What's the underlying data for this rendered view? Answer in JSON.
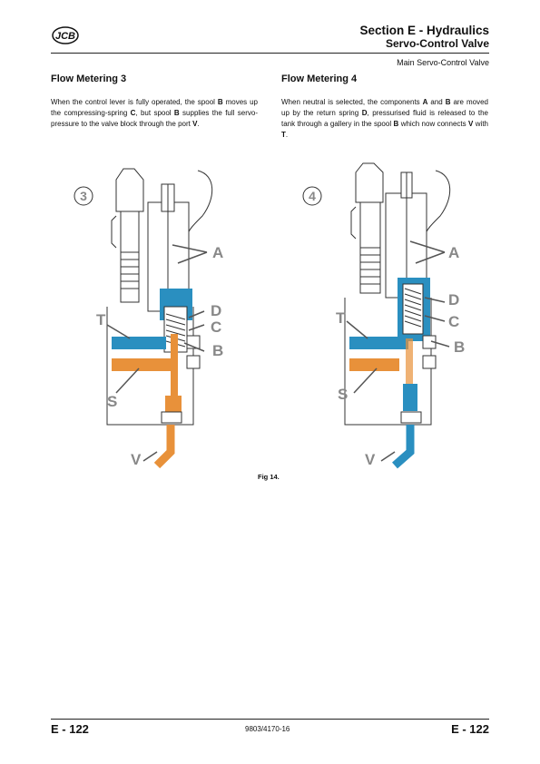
{
  "header": {
    "section_title": "Section E - Hydraulics",
    "subsection_title": "Servo-Control Valve",
    "topic": "Main Servo-Control Valve",
    "logo_text": "JCB"
  },
  "left": {
    "heading": "Flow Metering 3",
    "body": [
      {
        "t": "When the control lever is fully operated, the spool ",
        "b": false
      },
      {
        "t": "B",
        "b": true
      },
      {
        "t": " moves up the compressing-spring ",
        "b": false
      },
      {
        "t": "C",
        "b": true
      },
      {
        "t": ", but spool ",
        "b": false
      },
      {
        "t": "B",
        "b": true
      },
      {
        "t": " supplies the full servo-pressure to the valve block through the port ",
        "b": false
      },
      {
        "t": "V",
        "b": true
      },
      {
        "t": ".",
        "b": false
      }
    ]
  },
  "right": {
    "heading": "Flow Metering 4",
    "body": [
      {
        "t": "When neutral is selected, the components ",
        "b": false
      },
      {
        "t": "A",
        "b": true
      },
      {
        "t": " and ",
        "b": false
      },
      {
        "t": "B",
        "b": true
      },
      {
        "t": " are moved up by the return spring ",
        "b": false
      },
      {
        "t": "D",
        "b": true
      },
      {
        "t": ", pressurised fluid is released to the tank through a gallery in the spool ",
        "b": false
      },
      {
        "t": "B",
        "b": true
      },
      {
        "t": " which now connects ",
        "b": false
      },
      {
        "t": "V",
        "b": true
      },
      {
        "t": " with ",
        "b": false
      },
      {
        "t": "T",
        "b": true
      },
      {
        "t": ".",
        "b": false
      }
    ]
  },
  "figure": {
    "caption": "Fig 14.",
    "diagram_3": {
      "number": "3",
      "labels": {
        "A": "A",
        "D": "D",
        "C": "C",
        "B": "B",
        "T": "T",
        "S": "S",
        "V": "V"
      }
    },
    "diagram_4": {
      "number": "4",
      "labels": {
        "A": "A",
        "D": "D",
        "C": "C",
        "B": "B",
        "T": "T",
        "S": "S",
        "V": "V"
      }
    }
  },
  "footer": {
    "page_left": "E - 122",
    "doc_number": "9803/4170-16",
    "page_right": "E - 122"
  },
  "colors": {
    "tank_blue": "#2a8fc0",
    "pressure_orange": "#e8913a",
    "line": "#333333",
    "label_grey": "#888888"
  }
}
